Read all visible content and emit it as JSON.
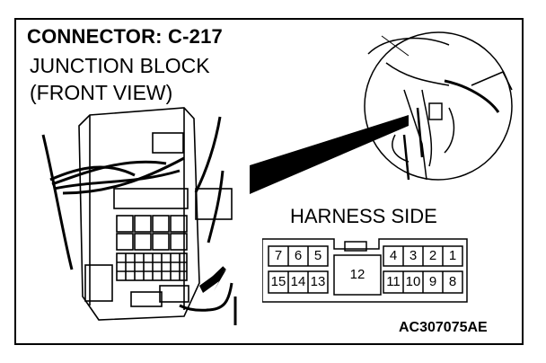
{
  "labels": {
    "title": "CONNECTOR: C-217",
    "subtitle_line1": "JUNCTION BLOCK",
    "subtitle_line2": "(FRONT VIEW)",
    "harness_side": "HARNESS SIDE",
    "figure_code": "AC307075AE"
  },
  "connector": {
    "top_left_pins": [
      "7",
      "6",
      "5"
    ],
    "bottom_left_pins": [
      "15",
      "14",
      "13"
    ],
    "center_pin": "12",
    "top_right_pins": [
      "4",
      "3",
      "2",
      "1"
    ],
    "bottom_right_pins": [
      "11",
      "10",
      "9",
      "8"
    ]
  }
}
